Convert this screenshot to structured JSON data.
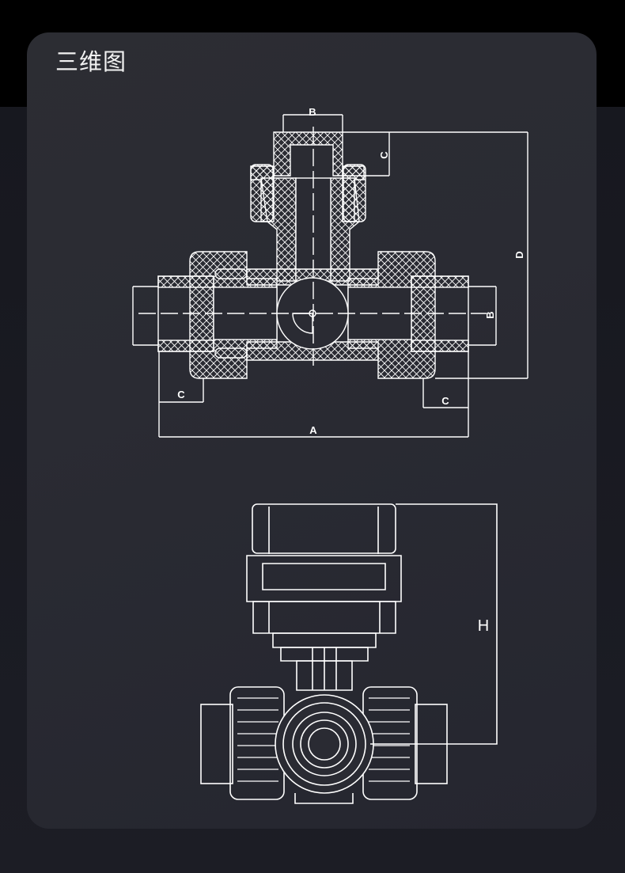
{
  "card": {
    "title": "三维图"
  },
  "section_drawing": {
    "labels": {
      "top_b": "B",
      "top_c": "C",
      "right_d": "D",
      "right_b": "B",
      "left_c": "C",
      "right_c": "C",
      "bottom_a": "A"
    }
  },
  "front_drawing": {
    "labels": {
      "height_h": "H"
    }
  },
  "colors": {
    "line": "#ffffff",
    "card": "#2a2b33",
    "background": "#000000"
  }
}
